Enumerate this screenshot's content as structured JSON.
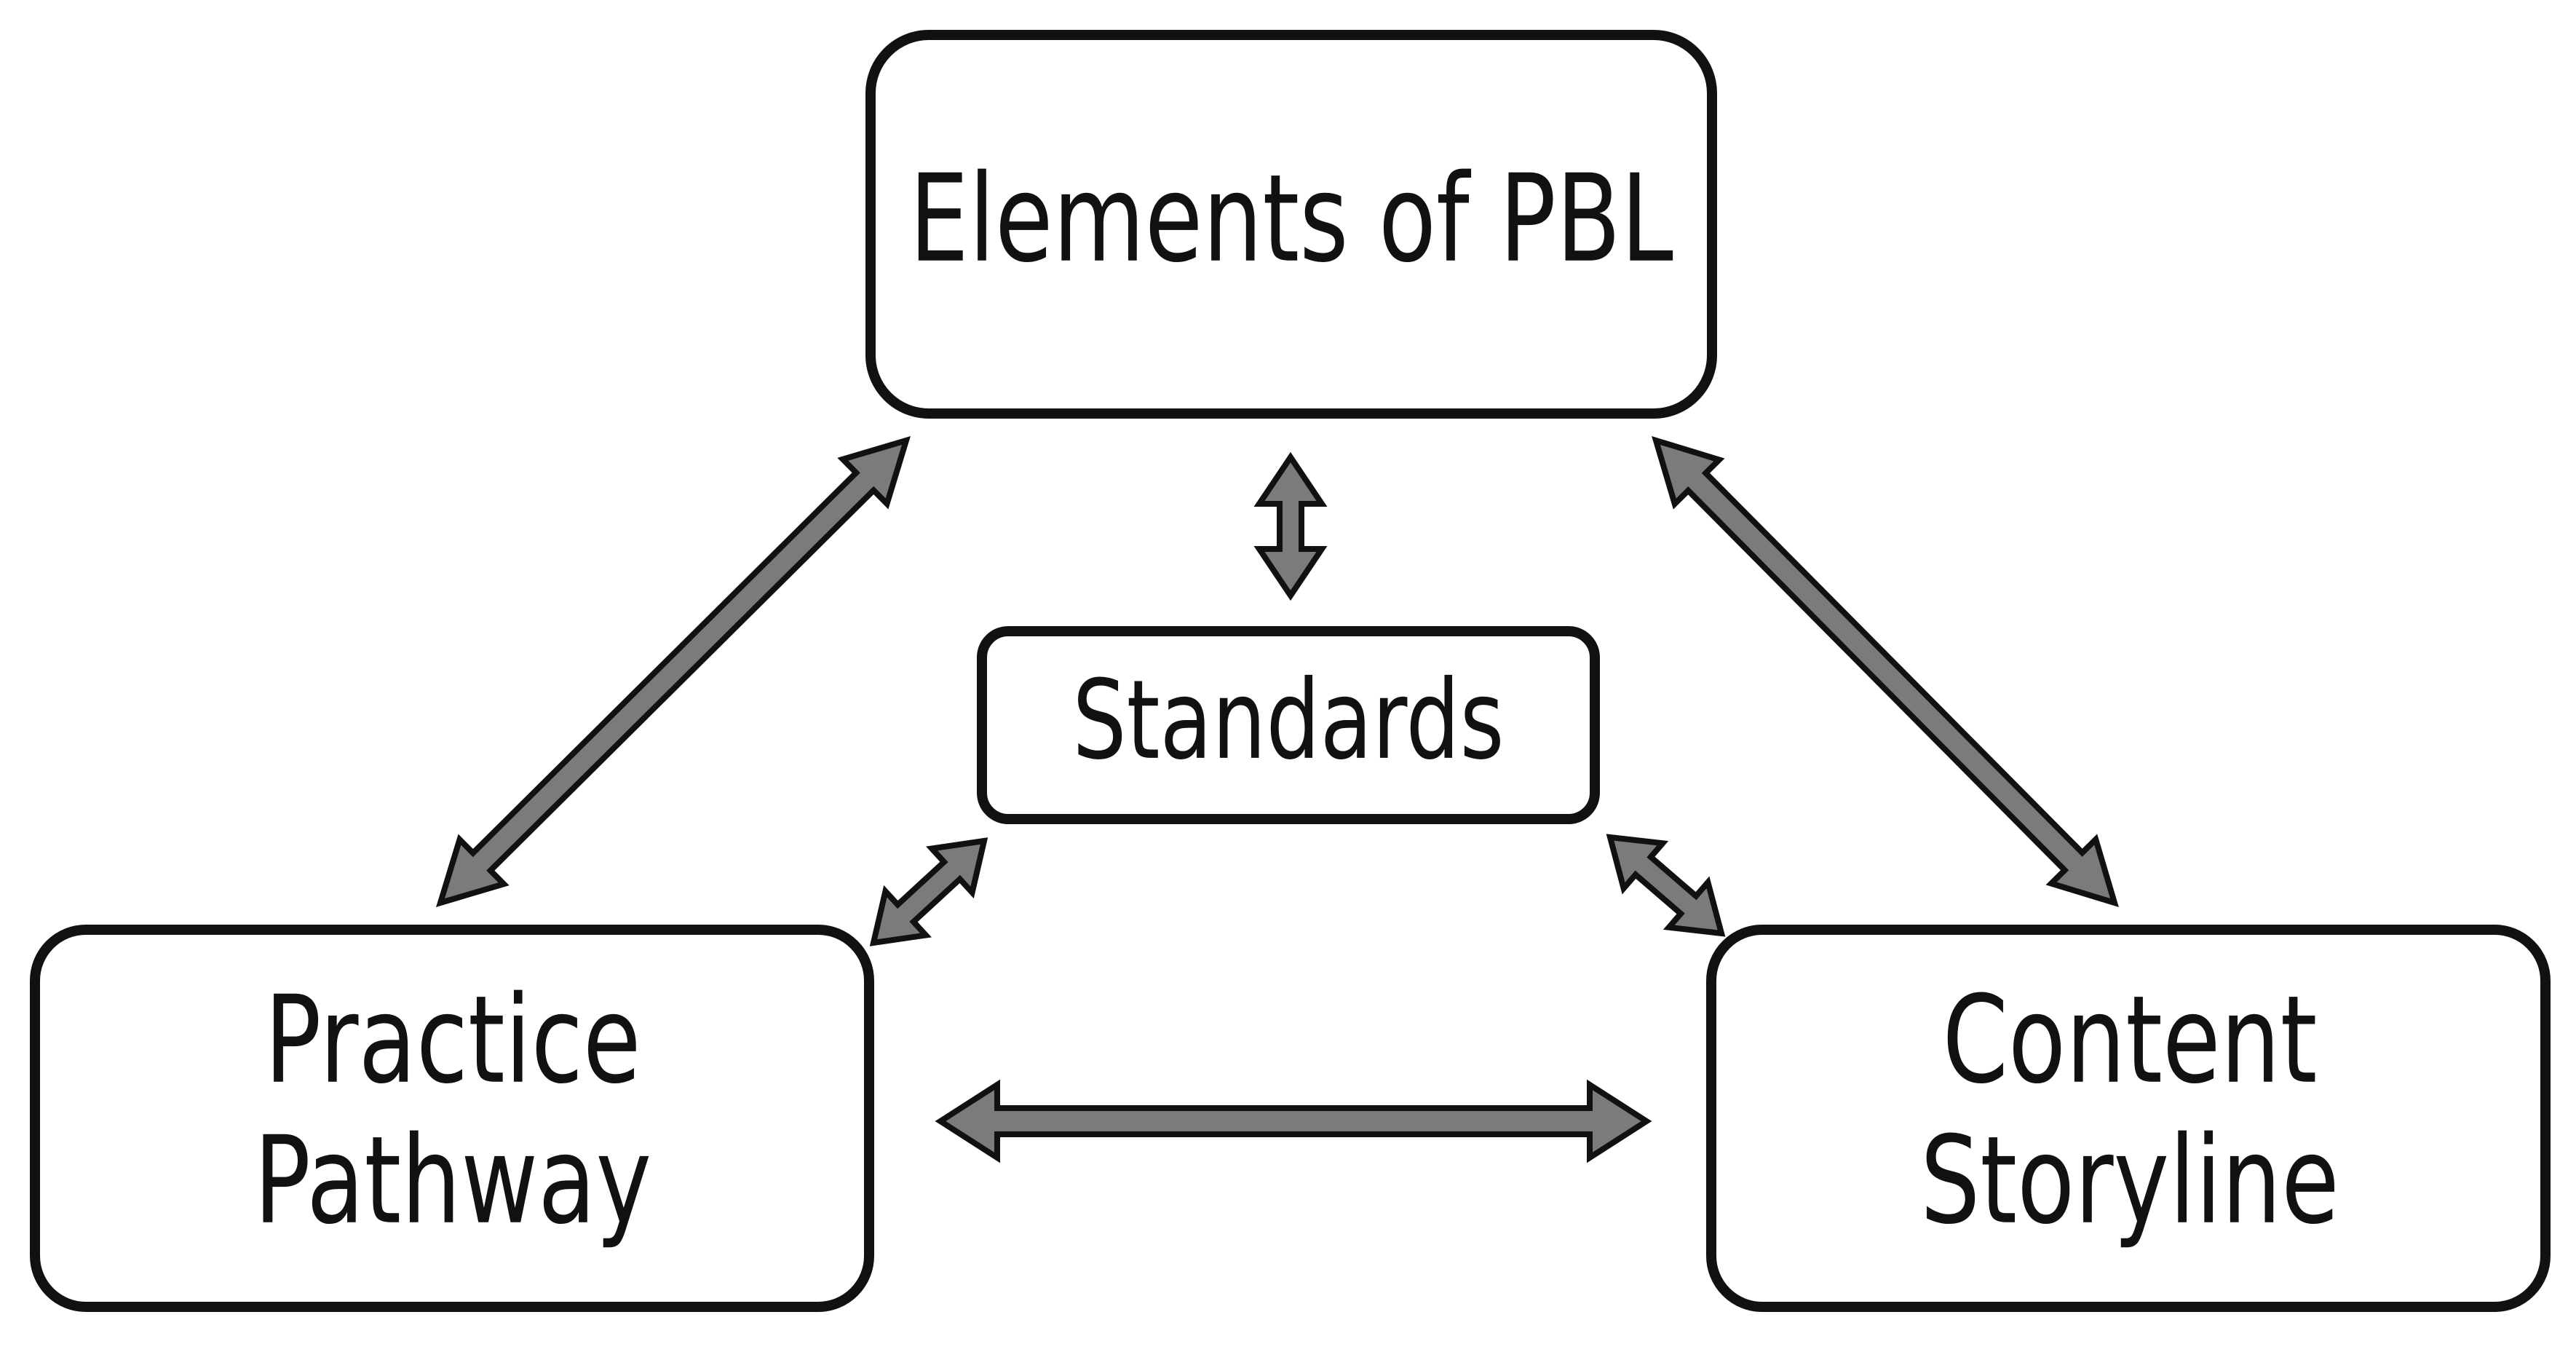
{
  "diagram": {
    "nodes": {
      "elements": {
        "label": "Elements of PBL"
      },
      "standards": {
        "label": "Standards"
      },
      "practice": {
        "line1": "Practice",
        "line2": "Pathway"
      },
      "content": {
        "line1": "Content",
        "line2": "Storyline"
      }
    },
    "colors": {
      "arrow_fill": "#7b7b7b",
      "stroke": "#111111",
      "box_fill": "#ffffff"
    }
  }
}
